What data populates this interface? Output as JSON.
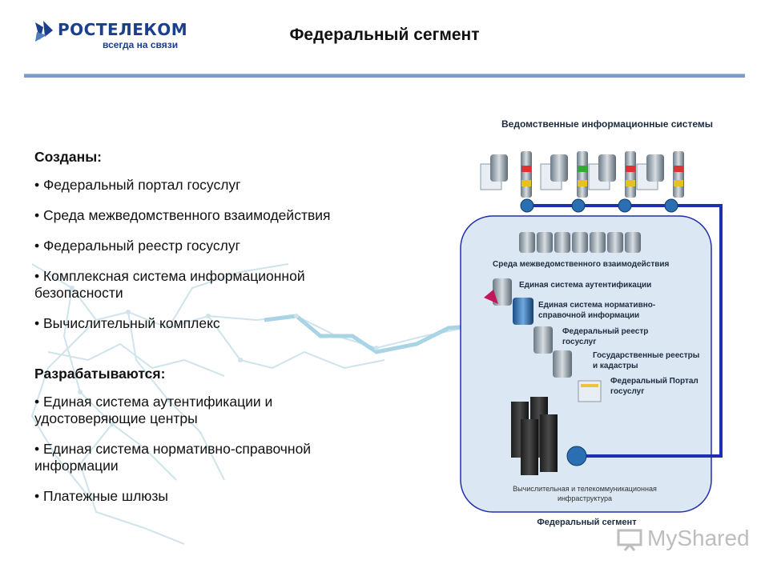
{
  "header": {
    "logo_text": "РОСТЕЛЕКОМ",
    "logo_tagline": "всегда на связи",
    "title": "Федеральный сегмент"
  },
  "content": {
    "created_heading": "Созданы:",
    "created_items": [
      "• Федеральный портал госуслуг",
      "• Среда межведомственного взаимодействия",
      "• Федеральный реестр госуслуг",
      "• Комплексная система информационной безопасности",
      "• Вычислительный комплекс"
    ],
    "developing_heading": "Разрабатываются:",
    "developing_items": [
      "• Единая система аутентификации и удостоверяющие центры",
      "• Единая система нормативно-справочной информации",
      "• Платежные шлюзы"
    ]
  },
  "diagram": {
    "top_label": "Ведомственные информационные системы",
    "env_label": "Среда межведомственного взаимодействия",
    "auth_label": "Единая система аутентификации",
    "nsi_label": "Единая система нормативно-справочной информации",
    "registry_label": "Федеральный реестр госуслуг",
    "state_registers_label": "Государственные реестры и кадастры",
    "portal_label": "Федеральный Портал госуслуг",
    "infra_label": "Вычислительная и телекоммуникационная инфраструктура",
    "segment_label": "Федеральный сегмент"
  },
  "watermark": {
    "text": "MyShared"
  },
  "colors": {
    "accent": "#1a3f8c",
    "rule": "#7a9cc6",
    "segment_fill": "#dbe7f3",
    "link": "#1f2fb0"
  }
}
